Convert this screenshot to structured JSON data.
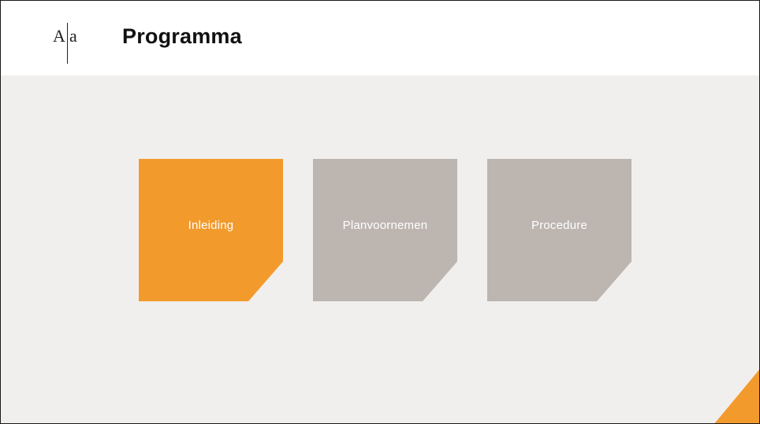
{
  "header": {
    "logo": {
      "letter_big": "A",
      "letter_small": "a"
    },
    "title": "Programma"
  },
  "tiles": [
    {
      "label": "Inleiding",
      "color": "#f39a2c"
    },
    {
      "label": "Planvoornemen",
      "color": "#bcb5b0"
    },
    {
      "label": "Procedure",
      "color": "#bcb5b0"
    }
  ],
  "colors": {
    "accent": "#f39a2c",
    "inactive": "#bcb5b0",
    "background": "#f0efed"
  }
}
